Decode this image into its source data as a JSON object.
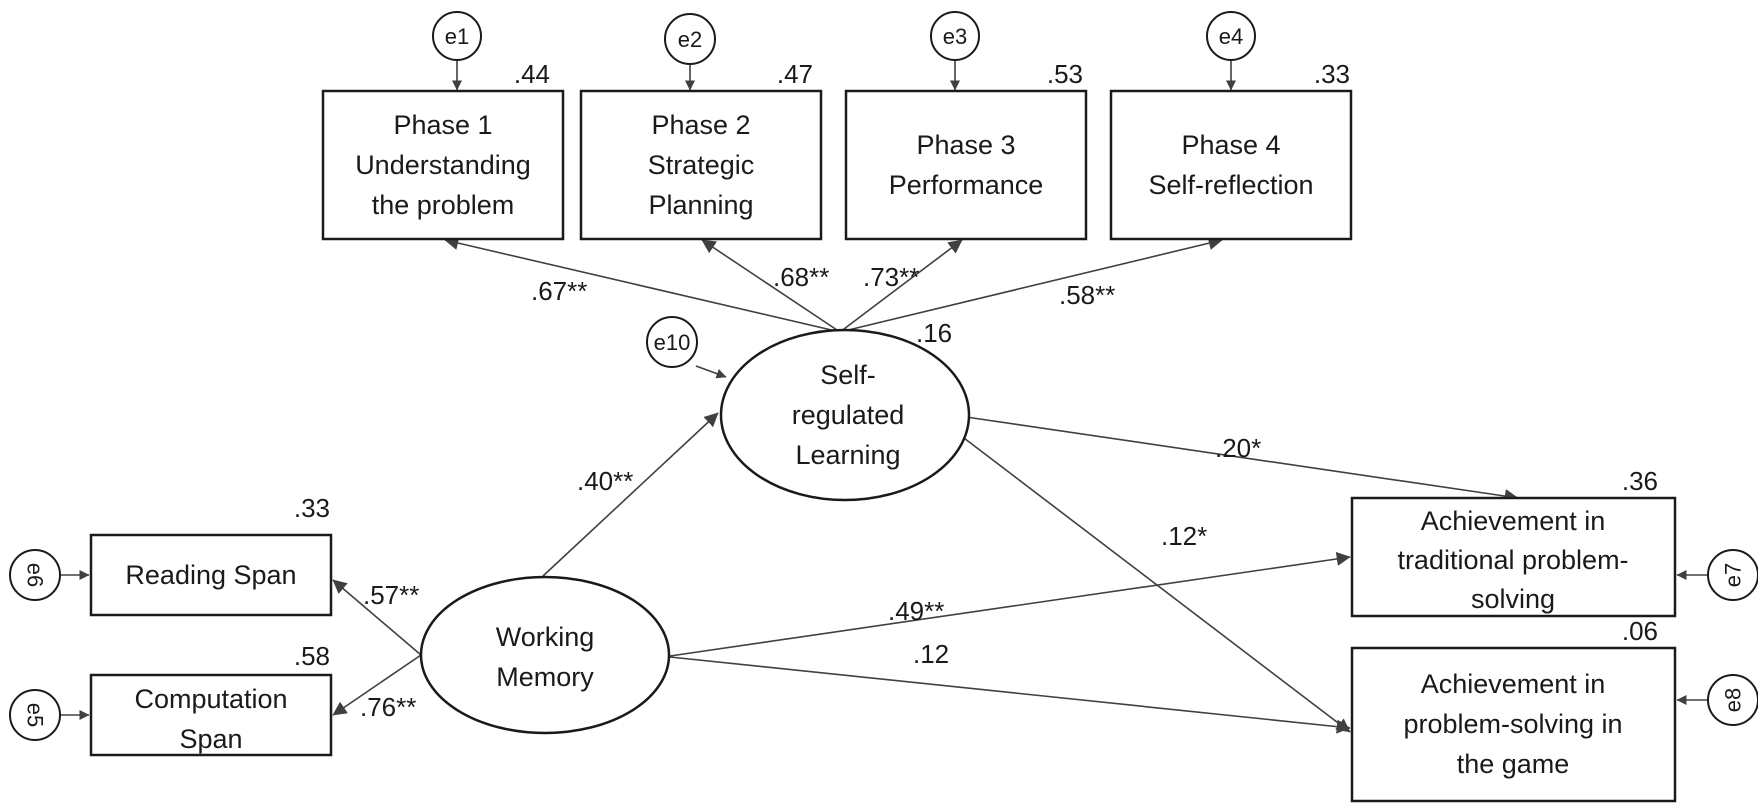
{
  "indicators": {
    "phase1": {
      "lines": [
        "Phase 1",
        "Understanding",
        "the problem"
      ],
      "r2": ".44",
      "error": "e1"
    },
    "phase2": {
      "lines": [
        "Phase 2",
        "Strategic",
        "Planning"
      ],
      "r2": ".47",
      "error": "e2"
    },
    "phase3": {
      "lines": [
        "Phase 3",
        "Performance"
      ],
      "r2": ".53",
      "error": "e3"
    },
    "phase4": {
      "lines": [
        "Phase 4",
        "Self-reflection"
      ],
      "r2": ".33",
      "error": "e4"
    },
    "reading": {
      "lines": [
        "Reading Span"
      ],
      "r2": ".33",
      "error": "e6"
    },
    "computation": {
      "lines": [
        "Computation",
        "Span"
      ],
      "r2": ".58",
      "error": "e5"
    }
  },
  "latents": {
    "srl": {
      "lines": [
        "Self-",
        "regulated",
        "Learning"
      ],
      "r2": ".16",
      "error": "e10"
    },
    "wm": {
      "lines": [
        "Working",
        "Memory"
      ]
    }
  },
  "outcomes": {
    "traditional": {
      "lines": [
        "Achievement in",
        "traditional problem-",
        "solving"
      ],
      "r2": ".36",
      "error": "e7"
    },
    "game": {
      "lines": [
        "Achievement in",
        "problem-solving in",
        "the game"
      ],
      "r2": ".06",
      "error": "e8"
    }
  },
  "coefficients": {
    "srl_phase1": ".67**",
    "srl_phase2": ".68**",
    "srl_phase3": ".73**",
    "srl_phase4": ".58**",
    "wm_srl": ".40**",
    "wm_reading": ".57**",
    "wm_computation": ".76**",
    "srl_traditional": ".20*",
    "srl_game": ".12*",
    "wm_traditional": ".49**",
    "wm_game": ".12"
  }
}
